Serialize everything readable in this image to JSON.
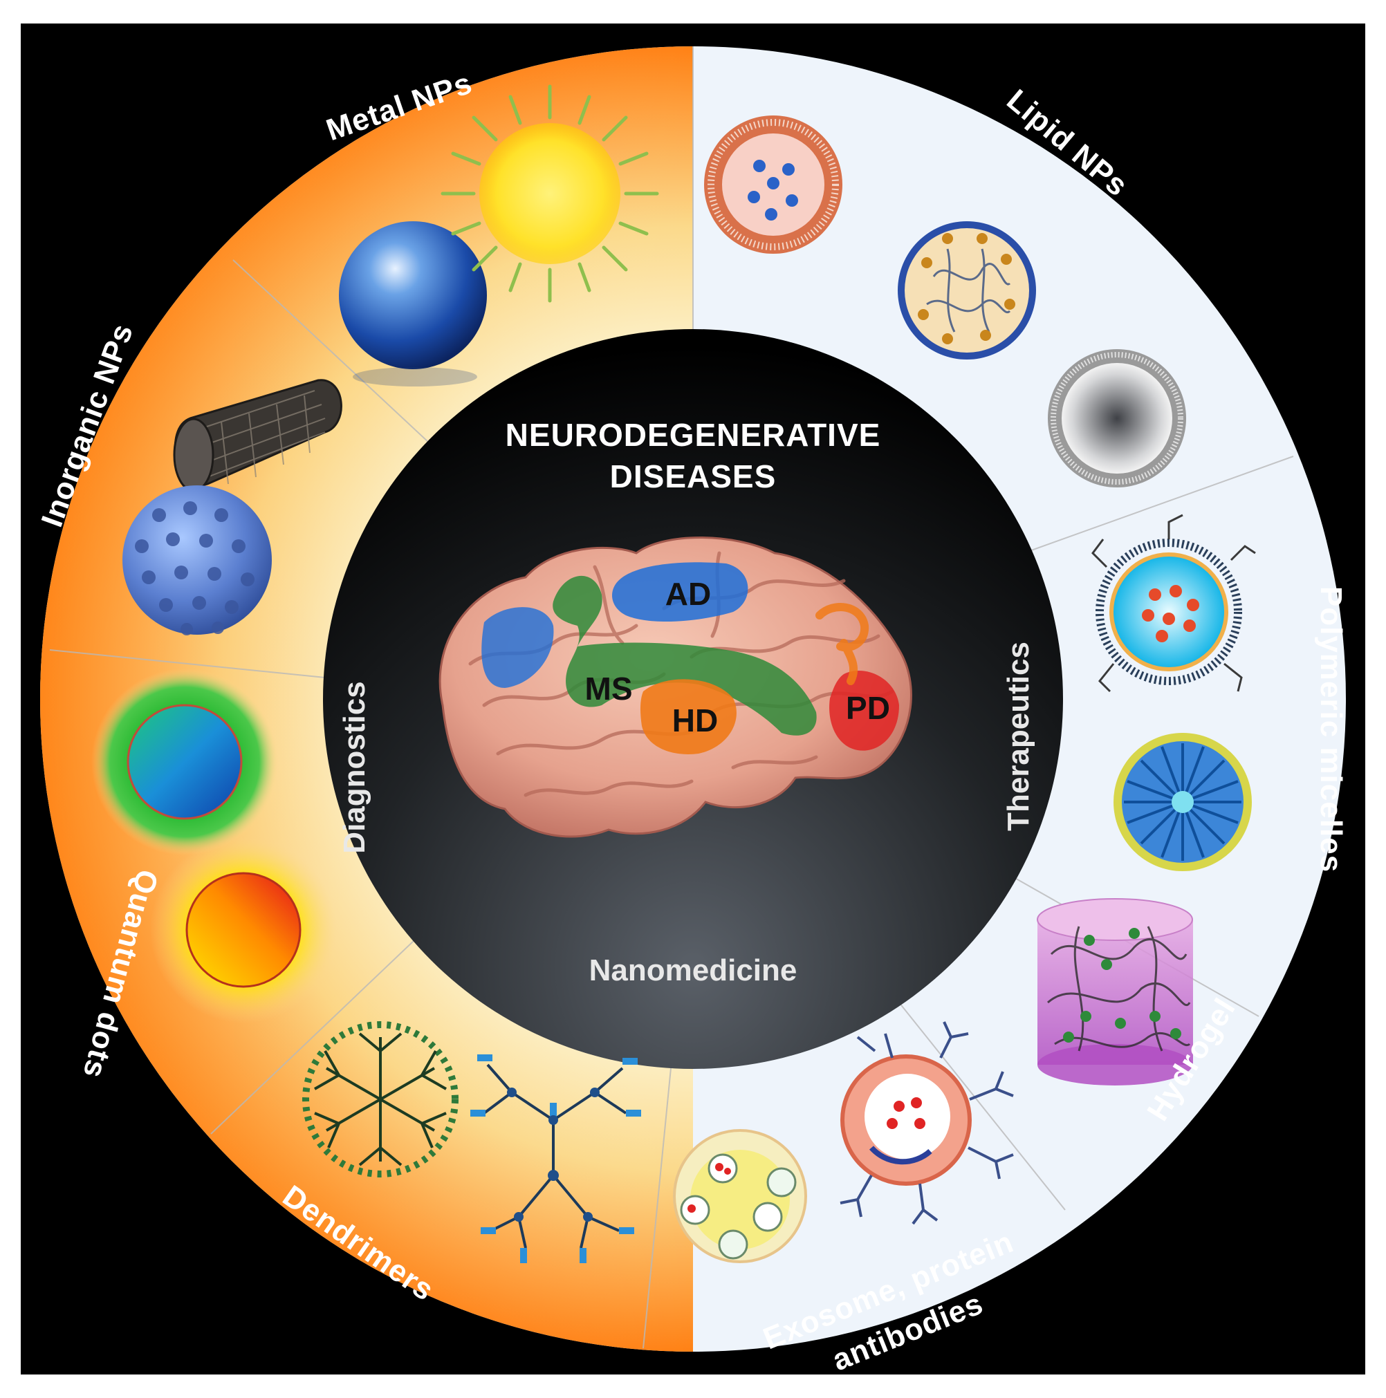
{
  "center": {
    "title_line1": "NEURODEGENERATIVE",
    "title_line2": "DISEASES",
    "left_label": "Diagnostics",
    "right_label": "Therapeutics",
    "bottom_label": "Nanomedicine"
  },
  "brain_regions": {
    "ad": "AD",
    "ms": "MS",
    "hd": "HD",
    "pd": "PD"
  },
  "ring": {
    "metal": "Metal NPs",
    "inorganic": "Inorganic NPs",
    "quantum": "Quantum dots",
    "dendrimers": "Dendrimers",
    "exosome_line1": "Exosome, protein",
    "exosome_line2": "antibodies",
    "hydrogel": "Hydrogel",
    "micelles": "Polymeric micelles",
    "lipid": "Lipid NPs"
  },
  "colors": {
    "background": "#000000",
    "ring_warm_inner": "#fdf3c6",
    "ring_warm_outer": "#ff8a1e",
    "ring_cool": "#eef4fb",
    "center_top": "#000000",
    "center_bottom": "#4a4f55",
    "ad": "#1f6fd8",
    "ms": "#2f8a3a",
    "hd": "#f07a18",
    "pd": "#e02424"
  }
}
